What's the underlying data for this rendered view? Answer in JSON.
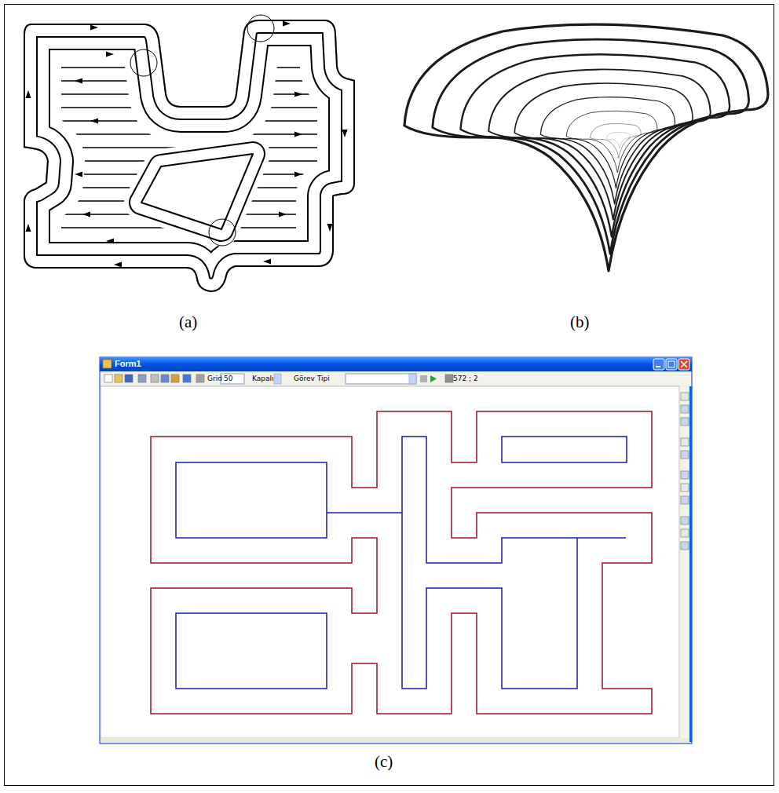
{
  "diagram": {
    "labels": [
      "(a)",
      "(b)",
      "(c)",
      "Form1",
      "Grid",
      "50",
      "Kapalı",
      "Görev Tipi",
      "572 ; 2"
    ]
  }
}
